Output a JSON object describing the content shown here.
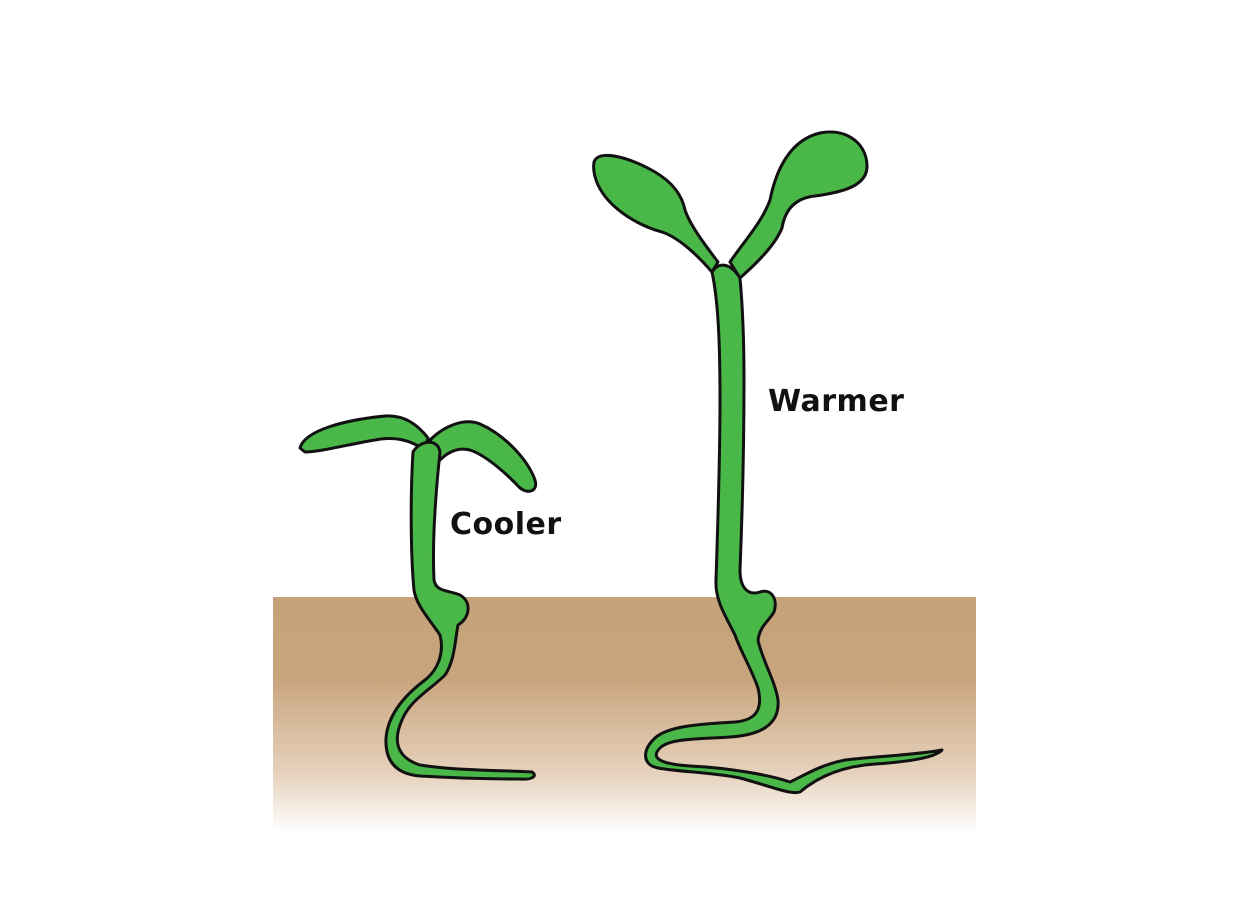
{
  "labels": {
    "cooler": "Cooler",
    "warmer": "Warmer"
  },
  "colors": {
    "plant_fill": "#4ab848",
    "outline": "#111111",
    "soil_top": "#c6a27a",
    "soil_bottom": "#ffffff",
    "background": "#ffffff"
  },
  "seedlings": [
    {
      "id": "cooler",
      "description": "short seedling with bent cotyledons, short hypocotyl and short root"
    },
    {
      "id": "warmer",
      "description": "tall seedling with Y-shaped open cotyledons, long hypocotyl and long root"
    }
  ]
}
